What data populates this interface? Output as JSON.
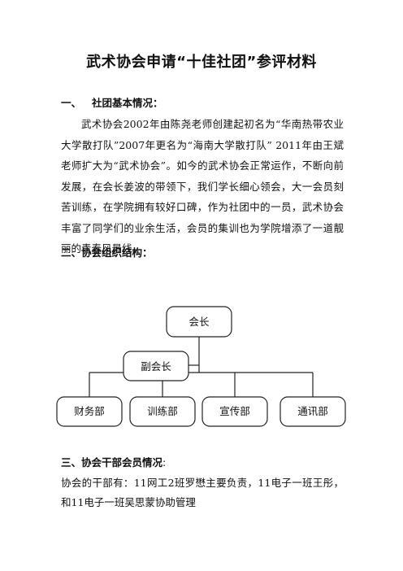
{
  "title": "武术协会申请“十佳社团”参评材料",
  "section1": {
    "num": "一、",
    "label": "社团基本情况：",
    "paragraph": "武术协会2002年由陈尧老师创建起初名为“华南热带农业大学散打队”2007年更名为“海南大学散打队” 2011年由王斌老师扩大为“武术协会”。如今的武术协会正常运作，不断向前发展，在会长姜波的带领下，我们学长细心领会，大一会员刻苦训练，在学院拥有较好口碑，作为社团中的一员，武术协会丰富了同学们的业余生活，会员的集训也为学院增添了一道靓丽的青春风景线。"
  },
  "section2": {
    "heading": "二、协会组织结构："
  },
  "org_chart": {
    "president": "会长",
    "vice_president": "副会长",
    "departments": [
      "财务部",
      "训练部",
      "宣传部",
      "通讯部"
    ]
  },
  "section3": {
    "heading_bold": "三、协会干部会员情况",
    "heading_tail": ":",
    "paragraph": "协会的干部有：11网工2班罗懋主要负责，11电子一班王彤，和11电子一班吴思蒙协助管理"
  }
}
